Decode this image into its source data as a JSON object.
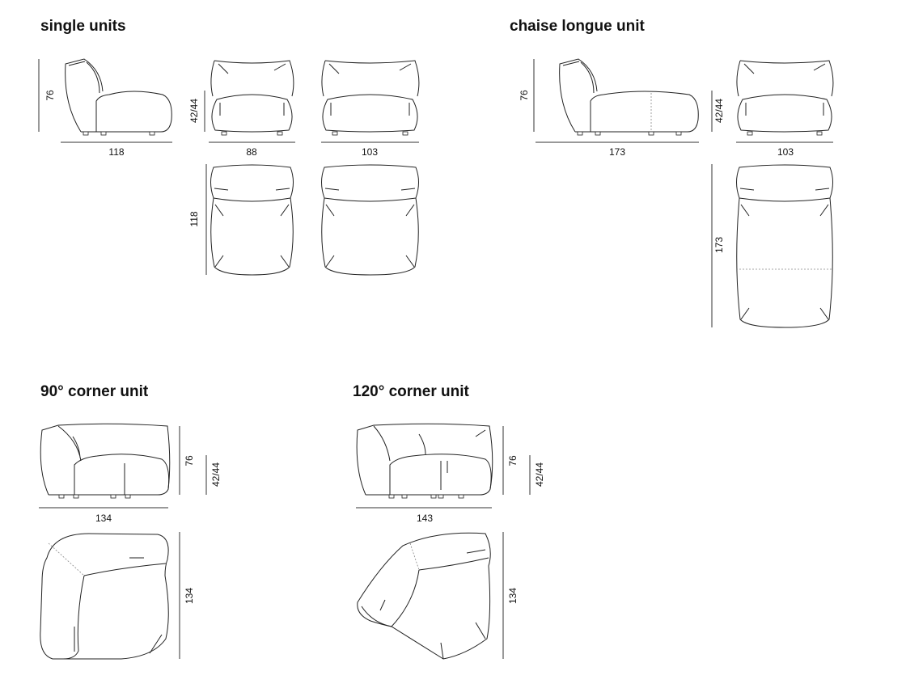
{
  "sections": {
    "single_units": {
      "title": "single units",
      "height": "76",
      "depth": "118",
      "seat_height": "42/44",
      "width_small": "88",
      "width_large": "103",
      "plan_depth": "118"
    },
    "chaise_longue": {
      "title": "chaise longue unit",
      "height": "76",
      "depth": "173",
      "seat_height": "42/44",
      "width": "103",
      "plan_depth": "173"
    },
    "corner_90": {
      "title": "90° corner unit",
      "height": "76",
      "seat_height": "42/44",
      "width": "134",
      "plan_depth": "134"
    },
    "corner_120": {
      "title": "120° corner unit",
      "height": "76",
      "seat_height": "42/44",
      "width": "143",
      "plan_depth": "134"
    }
  }
}
